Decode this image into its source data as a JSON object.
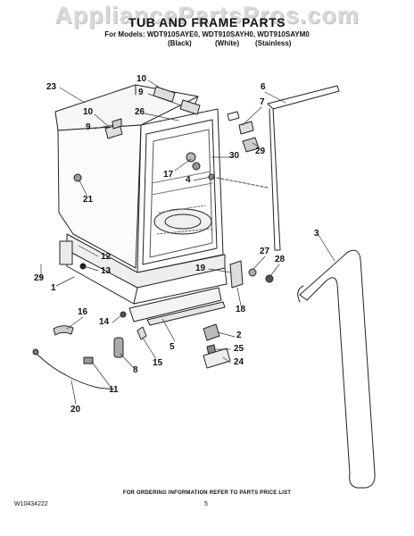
{
  "watermark": "AppliancePartsPros.com",
  "header": {
    "title": "TUB AND FRAME PARTS",
    "models": "For Models: WDT910SAYE0, WDT910SAYH0, WDT910SAYM0",
    "finishes": [
      "(Black)",
      "(White)",
      "(Stainless)"
    ]
  },
  "callouts": [
    "10",
    "9",
    "23",
    "10",
    "9",
    "26",
    "6",
    "7",
    "30",
    "29",
    "17",
    "4",
    "21",
    "3",
    "12",
    "13",
    "29",
    "1",
    "27",
    "28",
    "19",
    "18",
    "16",
    "14",
    "2",
    "5",
    "25",
    "24",
    "15",
    "8",
    "11",
    "20"
  ],
  "footer": {
    "note": "FOR ORDERING INFORMATION REFER TO PARTS PRICE LIST",
    "doc_number": "W10434222",
    "page_number": "5"
  }
}
